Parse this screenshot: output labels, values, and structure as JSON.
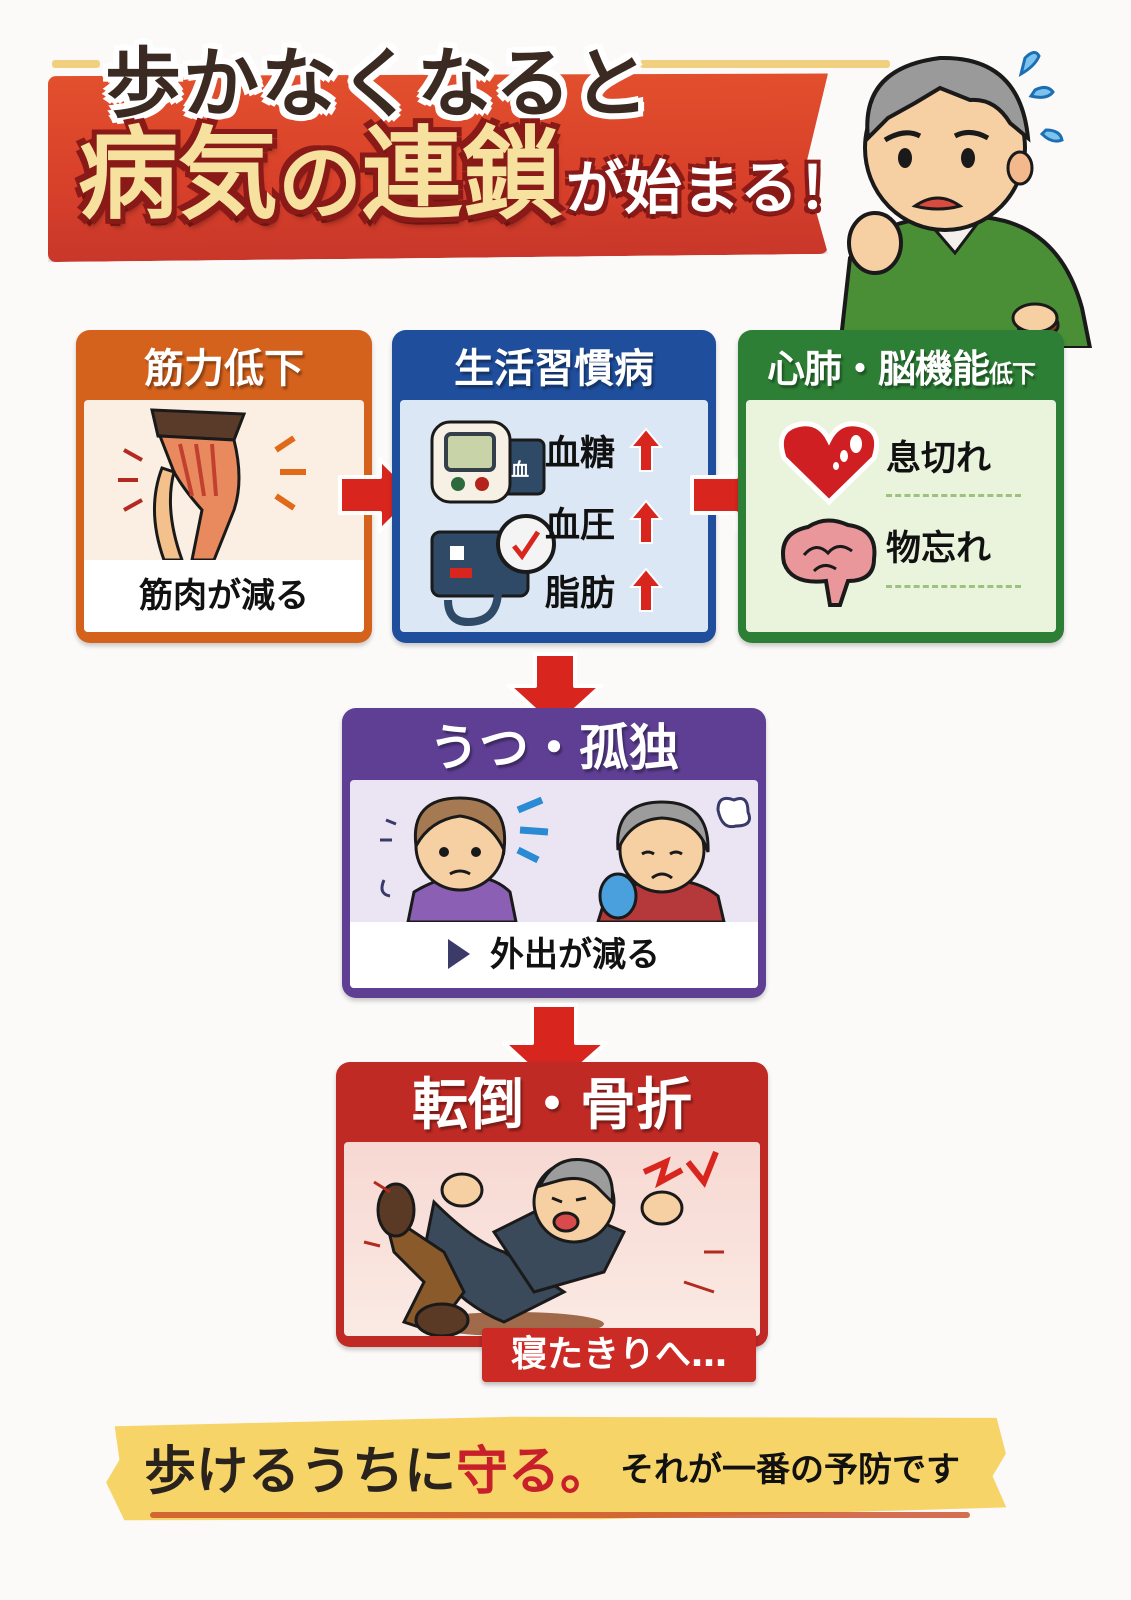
{
  "header": {
    "title_line1": "歩かなくなると",
    "title_line2_parts": [
      {
        "text": "病気",
        "style": "big"
      },
      {
        "text": "の",
        "style": "big"
      },
      {
        "text": "連鎖",
        "style": "big"
      },
      {
        "text": "が始まる！",
        "style": "small"
      }
    ],
    "title_big1": "病気",
    "title_no": "の",
    "title_big2": "連鎖",
    "title_tail": "が始まる！"
  },
  "boxes": {
    "muscle": {
      "title": "筋力低下",
      "caption": "筋肉が減る",
      "icon": "sore-knee-icon",
      "color": "#d4621c"
    },
    "lifestyle": {
      "title": "生活習慣病",
      "icons": [
        "glucose-meter-icon",
        "blood-pressure-monitor-icon"
      ],
      "metrics": [
        {
          "label": "血糖",
          "trend": "up"
        },
        {
          "label": "血圧",
          "trend": "up"
        },
        {
          "label": "脂肪",
          "trend": "up"
        }
      ],
      "meter_label": "血",
      "color": "#1f4e9c"
    },
    "cardio": {
      "title": "心肺・脳機能",
      "title_suffix": "低下",
      "symptoms": [
        {
          "label": "息切れ",
          "icon": "heart-icon"
        },
        {
          "label": "物忘れ",
          "icon": "brain-icon"
        }
      ],
      "color": "#2d7f35"
    },
    "depression": {
      "title": "うつ・孤独",
      "caption": "外出が減る",
      "icons": [
        "anxious-woman-icon",
        "sad-elderly-woman-icon"
      ],
      "color": "#5e3f94"
    },
    "fall": {
      "title": "転倒・骨折",
      "tag": "寝たきりへ…",
      "icon": "falling-elder-icon",
      "color": "#bf2a25"
    }
  },
  "footer": {
    "slogan_main": "歩けるうちに",
    "slogan_highlight": "守る。",
    "slogan_sub": "それが一番の予防です"
  },
  "colors": {
    "arrow_red": "#d8261f",
    "banner_red": "#d8402a",
    "title_yellow": "#f6e19e",
    "slogan_yellow": "#f6d468"
  }
}
